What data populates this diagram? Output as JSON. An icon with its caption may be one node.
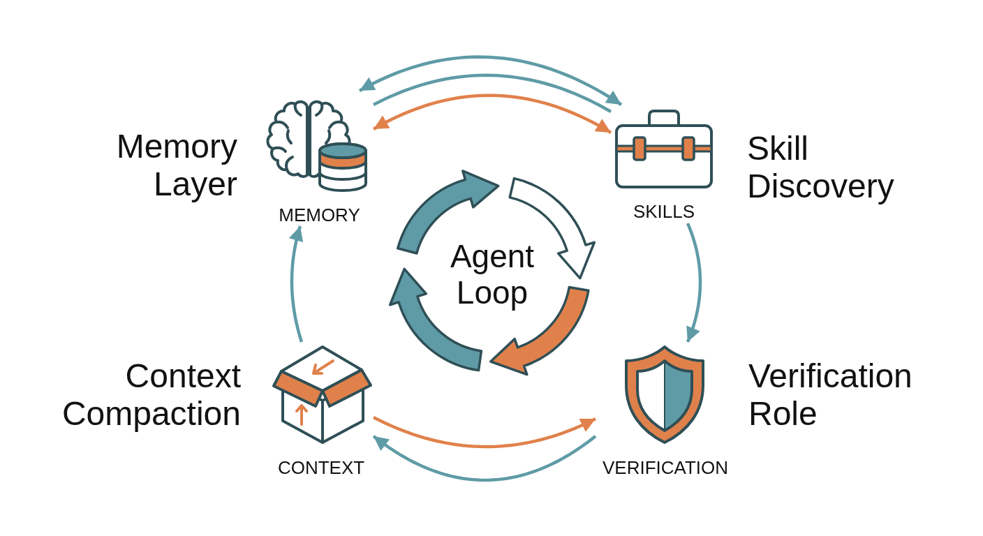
{
  "diagram": {
    "nodes": [
      {
        "text": [
          "MEMORY"
        ],
        "beside": [
          "Memory Layer"
        ]
      },
      {
        "text": [
          "SKILLS"
        ],
        "beside": [
          "Skill Discovery"
        ]
      },
      {
        "text": [
          "Agent Loop"
        ]
      },
      {
        "text": [
          "CONTEXT"
        ],
        "beside": [
          "Context Compaction"
        ]
      },
      {
        "text": [
          "VERIFICATION"
        ],
        "beside": [
          "Verification Role"
        ]
      }
    ],
    "edges": [
      {
        "from": 0,
        "to": 1,
        "arrow": "both"
      },
      {
        "from": 0,
        "to": 1,
        "arrow": "none"
      },
      {
        "from": 0,
        "to": 1,
        "arrow": "both",
        "color": "#e0814b"
      },
      {
        "from": 1,
        "to": 4,
        "arrow": "to"
      },
      {
        "from": 3,
        "to": 4,
        "arrow": "to",
        "color": "#e0814b"
      },
      {
        "from": 4,
        "to": 3,
        "arrow": "to"
      },
      {
        "from": 3,
        "to": 0,
        "arrow": "to"
      }
    ]
  }
}
